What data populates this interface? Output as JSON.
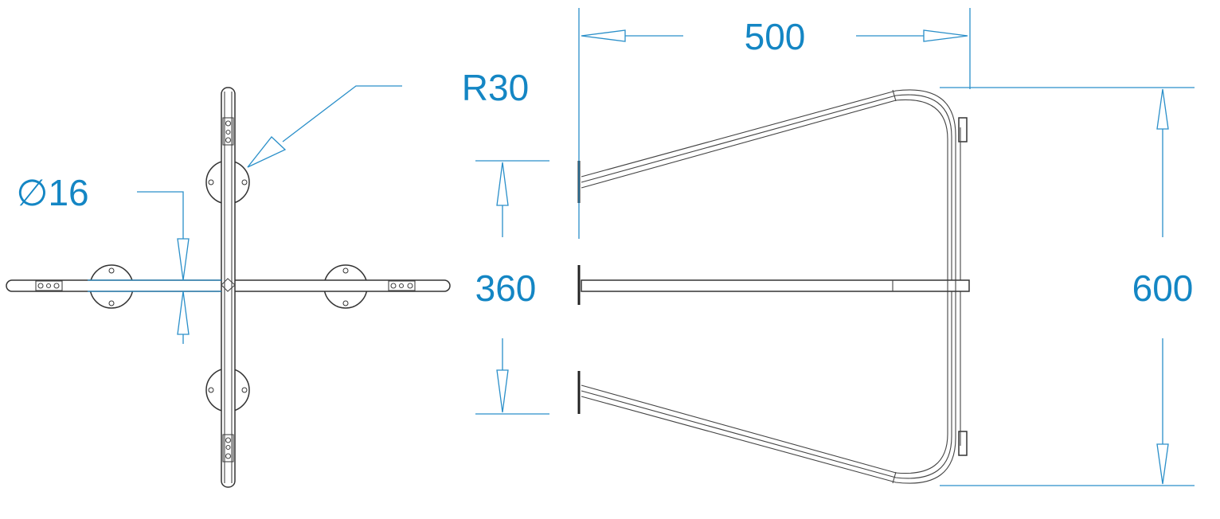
{
  "drawing": {
    "accent_color": "#1486c4",
    "labels": {
      "width": "500",
      "radius": "R30",
      "diameter": "∅16",
      "spacing": "360",
      "height": "600"
    }
  }
}
